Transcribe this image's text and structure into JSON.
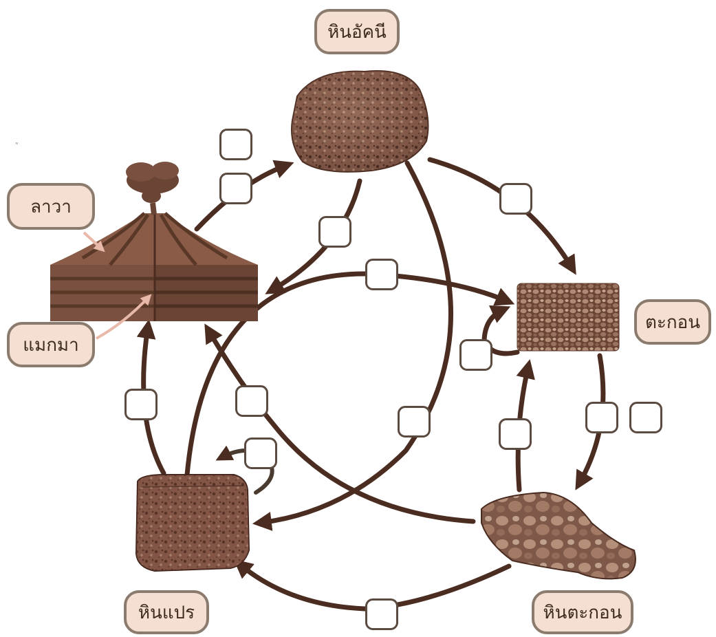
{
  "labels": {
    "igneous": "หินอัคนี",
    "sediment": "ตะกอน",
    "sedimentary": "หินตะกอน",
    "metamorphic": "หินแปร",
    "lava": "ลาวา",
    "magma": "แมกมา"
  },
  "stray_mark": "\"",
  "colors": {
    "arrow": "#4a2c20",
    "label_fill": "#f5dfd3",
    "label_border": "#8a7b6e",
    "rock": "#7a5040"
  }
}
